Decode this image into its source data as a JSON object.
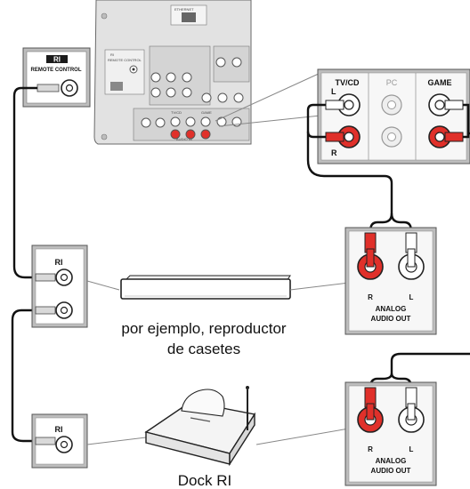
{
  "receiver_panel": {
    "ethernet": "ETHERNET",
    "remote_control_small": "REMOTE CONTROL",
    "ri_small": "RI",
    "tv_cd_small": "TV/CD",
    "game_small": "GAME",
    "analog_in": "AUDIO IN"
  },
  "ri_callout": {
    "logo": "RI",
    "label": "REMOTE CONTROL"
  },
  "audio_inputs_callout": {
    "tv_cd": "TV/CD",
    "pc": "PC",
    "game": "GAME",
    "l": "L",
    "r": "R"
  },
  "cassette_device": {
    "ri_label": "RI",
    "caption_line1": "por ejemplo, reproductor",
    "caption_line2": "de casetes"
  },
  "cassette_outputs": {
    "r": "R",
    "l": "L",
    "line1": "ANALOG",
    "line2": "AUDIO OUT"
  },
  "dock_device": {
    "ri_label": "RI",
    "caption": "Dock RI"
  },
  "dock_outputs": {
    "r": "R",
    "l": "L",
    "line1": "ANALOG",
    "line2": "AUDIO OUT"
  },
  "colors": {
    "rca_red": "#e0302a",
    "rca_white": "#ffffff",
    "cable": "#111111",
    "panel_gray": "#e2e2e2"
  }
}
